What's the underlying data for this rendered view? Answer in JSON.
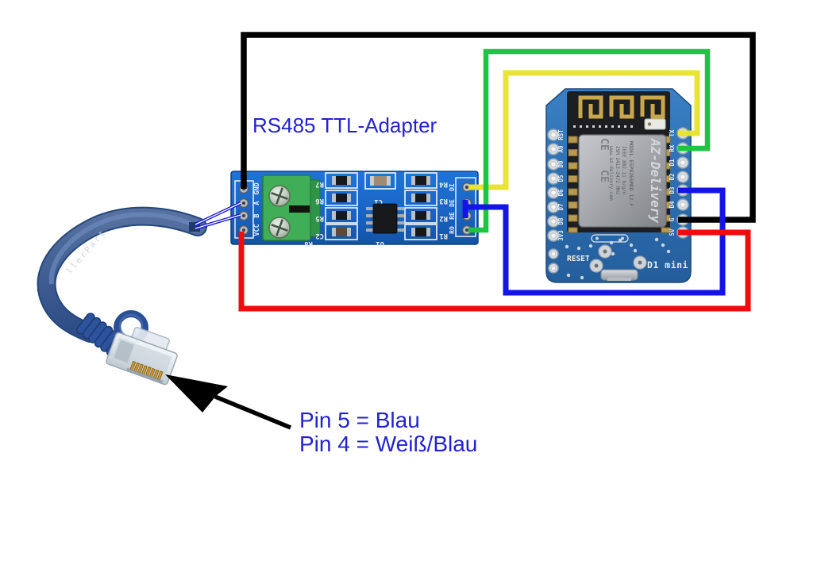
{
  "labels": {
    "title": "RS485 TTL-Adapter",
    "pin_note_line1": "Pin 5 = Blau",
    "pin_note_line2": "Pin 4 = Weiß/Blau"
  },
  "rs485_module": {
    "name": "RS485 TTL-Adapter",
    "left_pins": [
      "GND",
      "A",
      "B",
      "VCC"
    ],
    "right_pins": [
      "DI",
      "DE",
      "RE",
      "RO"
    ],
    "silkscreen": {
      "left_column": [
        "R7",
        "R6",
        "R5",
        "C2"
      ],
      "right_column": [
        "R4",
        "R3",
        "R2",
        "R1"
      ],
      "top_cap": "C1",
      "ic": "U1",
      "near_terminal": "R8"
    }
  },
  "d1_mini": {
    "board_name": "D1 mini",
    "reset_label": "RESET",
    "left_pins": [
      "RST",
      "A0",
      "D0",
      "D5",
      "D6",
      "D7",
      "D8",
      "3V3"
    ],
    "right_pins": [
      "TX",
      "RX",
      "D1",
      "D2",
      "D3",
      "D4",
      "G",
      "5V"
    ],
    "esp_module": {
      "brand": "AZ-Delivery",
      "ce_mark": "CE",
      "model_line": "MODEL ESP8266MOD 12-F",
      "ism_line": "ISM 2412-2472 MHz",
      "ieee_line": "IEEE 802.11 b/g/n",
      "url_line": "www.az-delivery.com"
    }
  },
  "cable": {
    "type": "RJ45 patch cable",
    "print": "llerPart"
  },
  "connections": [
    {
      "wire_color": "black",
      "from": "RS485 GND",
      "to": "D1 mini G"
    },
    {
      "wire_color": "yellow",
      "from": "RS485 DI",
      "to": "D1 mini TX"
    },
    {
      "wire_color": "green",
      "from": "RS485 RO",
      "to": "D1 mini RX"
    },
    {
      "wire_color": "blue",
      "from": "RS485 DE + RE (bridged)",
      "to": "D1 mini D3"
    },
    {
      "wire_color": "red",
      "from": "RS485 VCC",
      "to": "D1 mini 5V"
    },
    {
      "wire_color": "blue pair",
      "from": "RJ45 Pin 5 (Blau) / Pin 4 (Weiß/Blau)",
      "to": "RS485 A / B"
    }
  ],
  "colors": {
    "wire_black": "#000000",
    "wire_yellow": "#e9e432",
    "wire_green": "#1fc440",
    "wire_blue": "#1414e6",
    "wire_red": "#ee0c0c",
    "label_text": "#2222d2",
    "rs485_pcb": "#1a6cd0",
    "d1_pcb": "#2e6fb2",
    "terminal_block": "#3fae57"
  }
}
